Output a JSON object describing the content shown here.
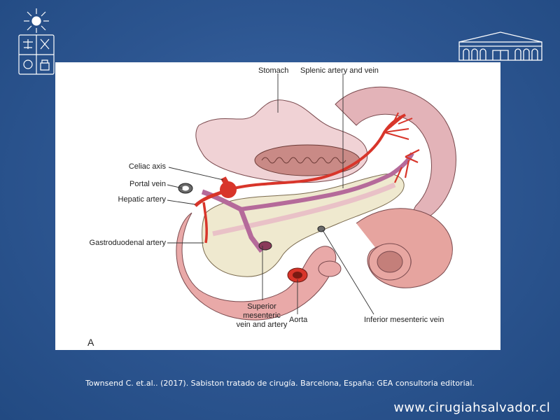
{
  "labels": {
    "stomach": "Stomach",
    "splenic": "Splenic artery and vein",
    "celiac": "Celiac axis",
    "portal": "Portal vein",
    "hepatic": "Hepatic artery",
    "gastroduodenal": "Gastroduodenal artery",
    "superior_mesenteric": "Superior\nmesenteric\nvein and artery",
    "aorta": "Aorta",
    "inferior_mesenteric": "Inferior mesenteric vein",
    "panel": "A"
  },
  "citation": "Townsend C. et.al.. (2017). Sabiston tratado de cirugía. Barcelona, España: GEA consultoria editorial.",
  "website": "www.cirugiahsalvador.cl",
  "colors": {
    "background": "#2c5590",
    "artery": "#d8352a",
    "vein": "#b56a9a",
    "pancreas": "#efe9cf",
    "bowel": "#e9a9a8",
    "stomach": "#f0d2d5"
  },
  "icons": {
    "emblem": "university-emblem-icon",
    "building": "building-facade-icon"
  }
}
